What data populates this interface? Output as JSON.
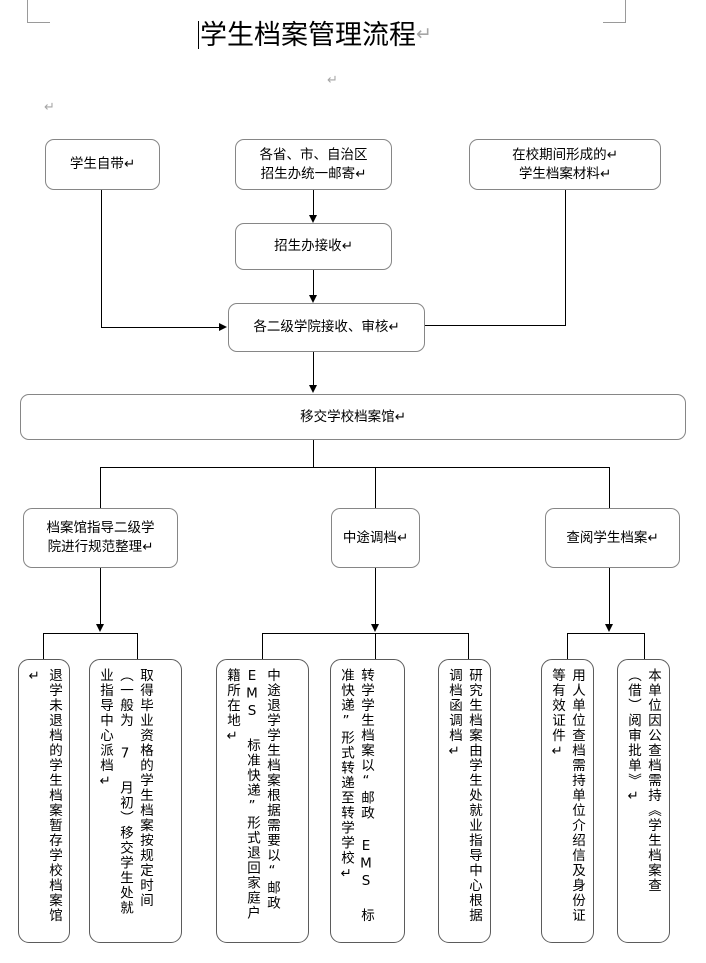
{
  "document": {
    "title": "学生档案管理流程",
    "paragraph_mark": "↵"
  },
  "flow": {
    "sources": [
      {
        "id": "student-carry",
        "label": "学生自带↵"
      },
      {
        "id": "provincial-mail",
        "label": "各省、市、自治区\n招生办统一邮寄↵"
      },
      {
        "id": "in-school-files",
        "label": "在校期间形成的↵\n学生档案材料↵"
      }
    ],
    "stages": [
      {
        "id": "admissions-receive",
        "label": "招生办接收↵"
      },
      {
        "id": "college-review",
        "label": "各二级学院接收、审核↵"
      },
      {
        "id": "transfer-archive",
        "label": "移交学校档案馆↵"
      }
    ],
    "branches": [
      {
        "id": "archive-guidance",
        "label": "档案馆指导二级学\n院进行规范整理↵"
      },
      {
        "id": "midway-transfer",
        "label": "中途调档↵"
      },
      {
        "id": "file-lookup",
        "label": "查阅学生档案↵"
      }
    ],
    "leaves": [
      {
        "id": "dropout-undelivered",
        "parent": "archive-guidance",
        "columns": [
          "学退",
          "未退",
          "档的",
          "学生",
          "档案",
          "暂存",
          "学校",
          "档案",
          "馆↵",
          "↵"
        ],
        "text": "退学未退档的学生档案暂存学校档案馆↵"
      },
      {
        "id": "graduate-dispatch",
        "parent": "archive-guidance",
        "columns": [
          "取得毕业",
          "资格的学",
          "生档案按",
          "规定时间",
          "（一般为",
          "7 月初）移",
          "交学生处",
          "就业指导",
          "中心派档↵",
          "↵"
        ],
        "text": "取得毕业资格的学生档案按规定时间（一般为 7 月初）移交学生处就业指导中心派档↵"
      },
      {
        "id": "midway-dropout-return",
        "parent": "midway-transfer",
        "columns": [
          "中途退学",
          "学生档案",
          "根据需要",
          "以 “ 邮政",
          "EMS 标准",
          "快递 ” 形",
          "式退回家",
          "庭户籍所",
          "在地↵",
          "↵"
        ],
        "text": "中途退学学生档案根据需要以“邮政 EMS 标准快递”形式退回家庭户籍所在地↵"
      },
      {
        "id": "school-transfer-ems",
        "parent": "midway-transfer",
        "columns": [
          "转学学",
          "生档案",
          "以“邮政",
          "EMS 标",
          "准快递”",
          "形式转",
          "递至转",
          "学学校↵",
          "↵"
        ],
        "text": "转学学生档案以“邮政 EMS 标准快递”形式转递至转学学校↵"
      },
      {
        "id": "postgrad-exam-transfer",
        "parent": "midway-transfer",
        "columns": [
          "研生案学处业导心据档调",
          "考学档由生就指中根调函档↵"
        ],
        "text": "研究生档案由学生处就业指导中心根据调档函调档↵"
      },
      {
        "id": "employer-lookup",
        "parent": "file-lookup",
        "columns": [
          "人位档持位绍及份等效证件↵",
          "用单查需单介信身证有↵"
        ],
        "text": "用人单位查档需持单位介绍信及身份证等有效证件↵"
      },
      {
        "id": "internal-lookup",
        "parent": "file-lookup",
        "columns": [
          "单因查需持《学生档案查（借）阅审批单》↵",
          "本位公档持《学生案（）审单》↵"
        ],
        "text": "本单位因公查档需持《学生档案查（借）阅审批单》↵"
      }
    ]
  },
  "colors": {
    "line": "#000000",
    "box_border": "#868686",
    "leaf_border": "#5b5b5b",
    "pilcrow": "#a6a6a6",
    "crop_mark": "#9a9a9a",
    "background": "#ffffff"
  }
}
